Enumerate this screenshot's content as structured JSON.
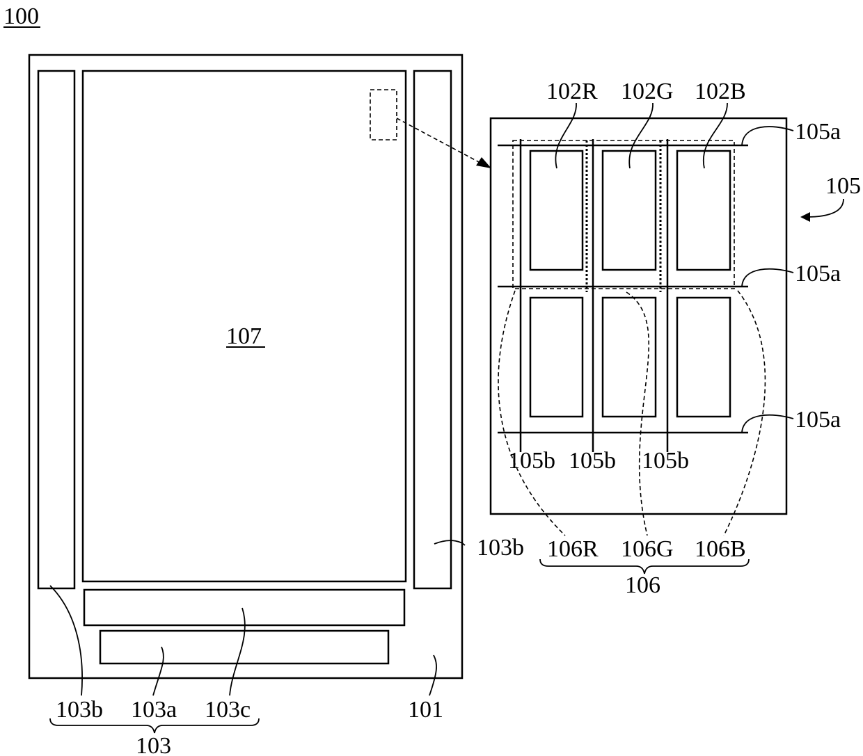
{
  "figure": {
    "id": "100",
    "panel": {
      "substrate": "101",
      "active_area": "107",
      "side_circuit_left": "103b",
      "side_circuit_right": "103b",
      "driver_chip": "103a",
      "driver_bar": "103c",
      "driver_group": "103"
    },
    "inset": {
      "array": "105",
      "subpixels": [
        "102R",
        "102G",
        "102B"
      ],
      "scan_lines": [
        "105a",
        "105a",
        "105a"
      ],
      "data_lines": [
        "105b",
        "105b",
        "105b"
      ],
      "pixel_units": [
        "106R",
        "106G",
        "106B"
      ],
      "pixel_group": "106"
    }
  }
}
